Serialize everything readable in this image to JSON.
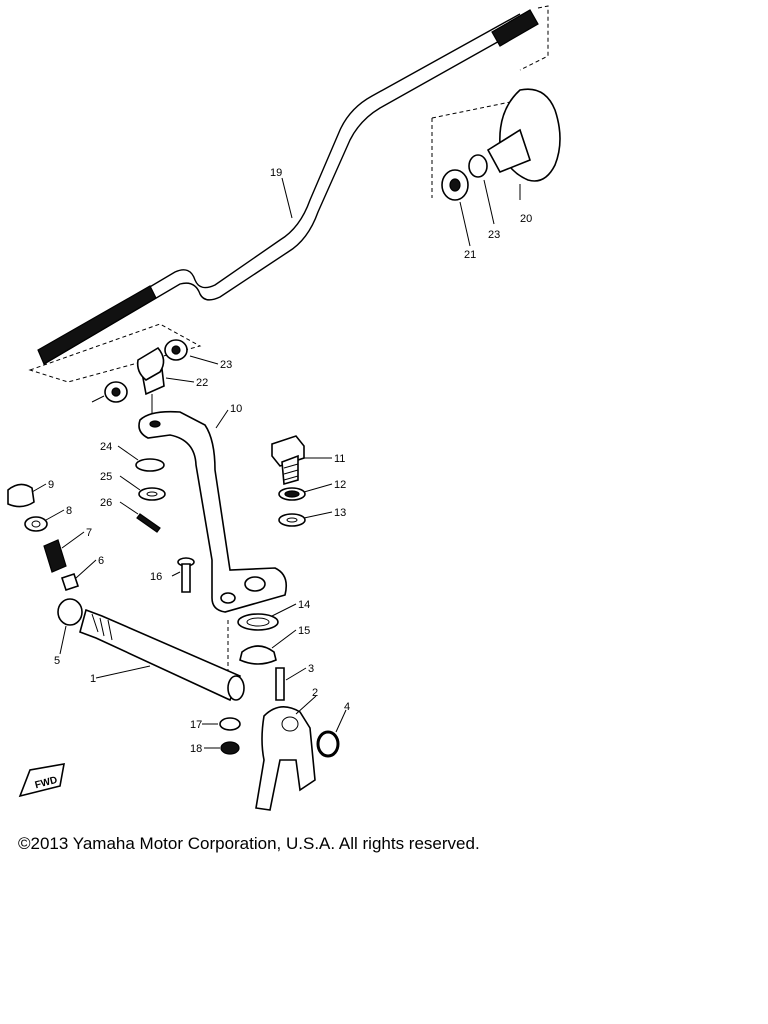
{
  "diagram": {
    "part_numbers": [
      "19",
      "20",
      "21",
      "23",
      "22",
      "23",
      "10",
      "11",
      "12",
      "13",
      "24",
      "25",
      "26",
      "9",
      "8",
      "7",
      "6",
      "16",
      "14",
      "15",
      "3",
      "2",
      "4",
      "5",
      "1",
      "17",
      "18"
    ],
    "fwd_marker": "FWD"
  },
  "footer": {
    "copyright": "©2013 Yamaha Motor Corporation, U.S.A. All rights reserved."
  }
}
